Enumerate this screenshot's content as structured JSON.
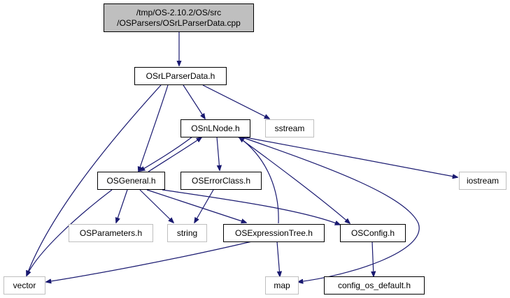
{
  "nodes": {
    "root_line1": "/tmp/OS-2.10.2/OS/src",
    "root_line2": "/OSParsers/OSrLParserData.cpp",
    "osrlparserdata_h": "OSrLParserData.h",
    "osnlnode_h": "OSnLNode.h",
    "sstream": "sstream",
    "osgeneral_h": "OSGeneral.h",
    "oserrorclass_h": "OSErrorClass.h",
    "iostream": "iostream",
    "osparameters_h": "OSParameters.h",
    "string": "string",
    "osexpressiontree_h": "OSExpressionTree.h",
    "osconfig_h": "OSConfig.h",
    "vector": "vector",
    "map": "map",
    "config_os_default_h": "config_os_default.h"
  },
  "colors": {
    "edge": "#191970",
    "root_fill": "#bfbfbf",
    "external_border": "#bfbfbf",
    "node_border": "#000000"
  }
}
